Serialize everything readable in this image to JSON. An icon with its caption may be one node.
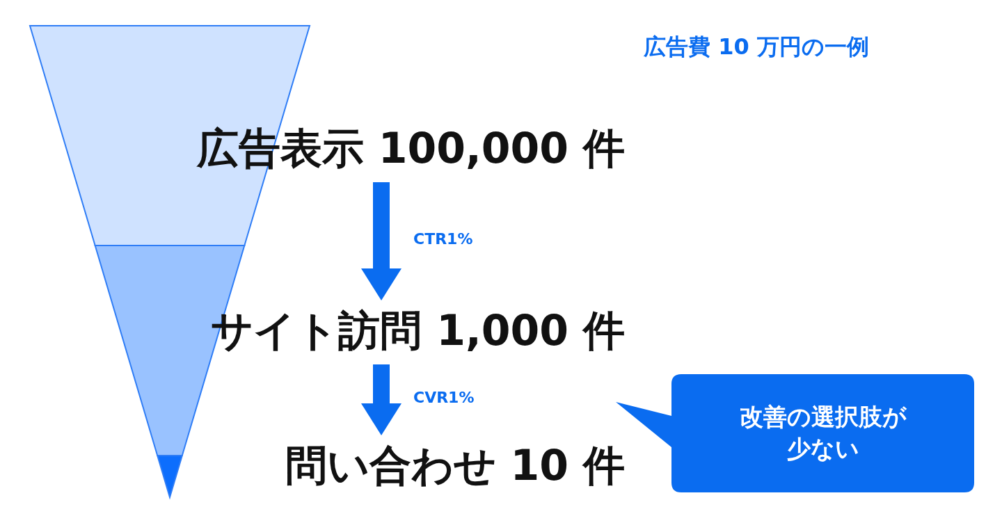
{
  "diagram": {
    "nodes": [
      {
        "text": [
          "広告表示 100,000 件"
        ]
      },
      {
        "text": [
          "サイト訪問 1,000 件"
        ]
      },
      {
        "text": [
          "問い合わせ 10 件"
        ]
      },
      {
        "text": [
          "改善の選択肢が少ない"
        ]
      }
    ],
    "edges": [
      {
        "from": 0,
        "to": 1,
        "arrow": "to",
        "label": "CTR1%"
      },
      {
        "from": 1,
        "to": 2,
        "arrow": "to",
        "label": "CVR1%"
      }
    ],
    "labels": [
      "広告費 10 万円の一例"
    ]
  }
}
